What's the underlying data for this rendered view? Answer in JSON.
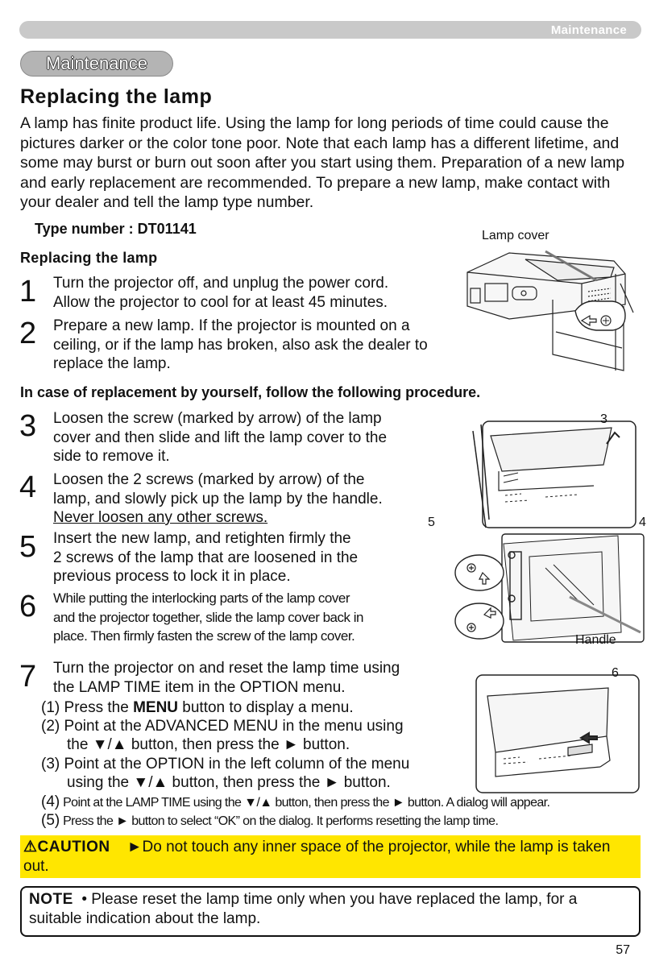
{
  "header": {
    "label": "Maintenance"
  },
  "section_tab": "Maintenance",
  "title": "Replacing the lamp",
  "intro": "A lamp has finite product life. Using the lamp for long periods of time could cause the pictures darker or the color tone poor. Note that each lamp has a different lifetime, and some may burst or burn out soon after you start using them. Preparation of a new lamp and early replacement are recommended. To prepare a new lamp, make contact with your dealer and tell the lamp type number.",
  "type_number": "Type number : DT01141",
  "subheading": "Replacing the lamp",
  "steps": [
    {
      "num": "1",
      "lines": [
        "Turn the projector off, and unplug the power cord.",
        "Allow the projector to cool for at least 45 minutes."
      ]
    },
    {
      "num": "2",
      "lines": [
        "Prepare a new lamp. If the projector is mounted on a",
        "ceiling, or if the lamp has broken, also ask the dealer to",
        "replace the lamp."
      ]
    },
    {
      "num": "3",
      "lines": [
        "Loosen the screw (marked by arrow) of the lamp",
        "cover and then slide and lift the lamp cover to the",
        "side to remove it."
      ]
    },
    {
      "num": "4",
      "lines": [
        "Loosen the 2 screws (marked by arrow) of the",
        "lamp, and slowly pick up the lamp by the handle."
      ],
      "underline": "Never loosen any other screws."
    },
    {
      "num": "5",
      "lines": [
        "Insert the new lamp, and retighten firmly the",
        "2 screws of the lamp that are loosened in the",
        "previous process to lock it in place."
      ]
    },
    {
      "num": "6",
      "lines": [
        "While putting the interlocking parts of the lamp cover",
        "and the projector together, slide the lamp cover back in",
        "place. Then firmly fasten the screw of the lamp cover."
      ]
    },
    {
      "num": "7",
      "lines": [
        "Turn the projector on and reset the lamp time using",
        "the LAMP TIME item in the OPTION menu."
      ]
    }
  ],
  "replace_note": "In case of replacement by yourself, follow the following procedure.",
  "substeps": [
    {
      "n": "(1)",
      "pre": "Press the ",
      "bold": "MENU",
      "post": " button to display a menu."
    },
    {
      "n": "(2)",
      "text": "Point at the ADVANCED MENU in the menu using",
      "cont": "the ▼/▲ button, then press the ► button."
    },
    {
      "n": "(3)",
      "text": "Point at the OPTION in the left column of the menu",
      "cont": "using the ▼/▲ button, then press the ► button."
    },
    {
      "n": "(4)",
      "text": "Point at the LAMP TIME using the ▼/▲ button, then press the ► button. A dialog will appear."
    },
    {
      "n": "(5)",
      "text": "Press the ► button to select “OK” on the dialog. It performs resetting the lamp time."
    }
  ],
  "caution": {
    "label": "⚠CAUTION",
    "text": "►Do not touch any inner space of the projector, while the lamp is taken out."
  },
  "note": {
    "label": "NOTE",
    "text": "• Please reset the lamp time only when you have replaced the lamp, for a suitable indication about the lamp."
  },
  "figures": {
    "lamp_cover": "Lamp cover",
    "handle": "Handle",
    "step_labels": [
      "3",
      "5",
      "4",
      "6"
    ]
  },
  "page_number": "57",
  "colors": {
    "caution_bg": "#ffe600",
    "header_bar": "#c9c9c9"
  }
}
